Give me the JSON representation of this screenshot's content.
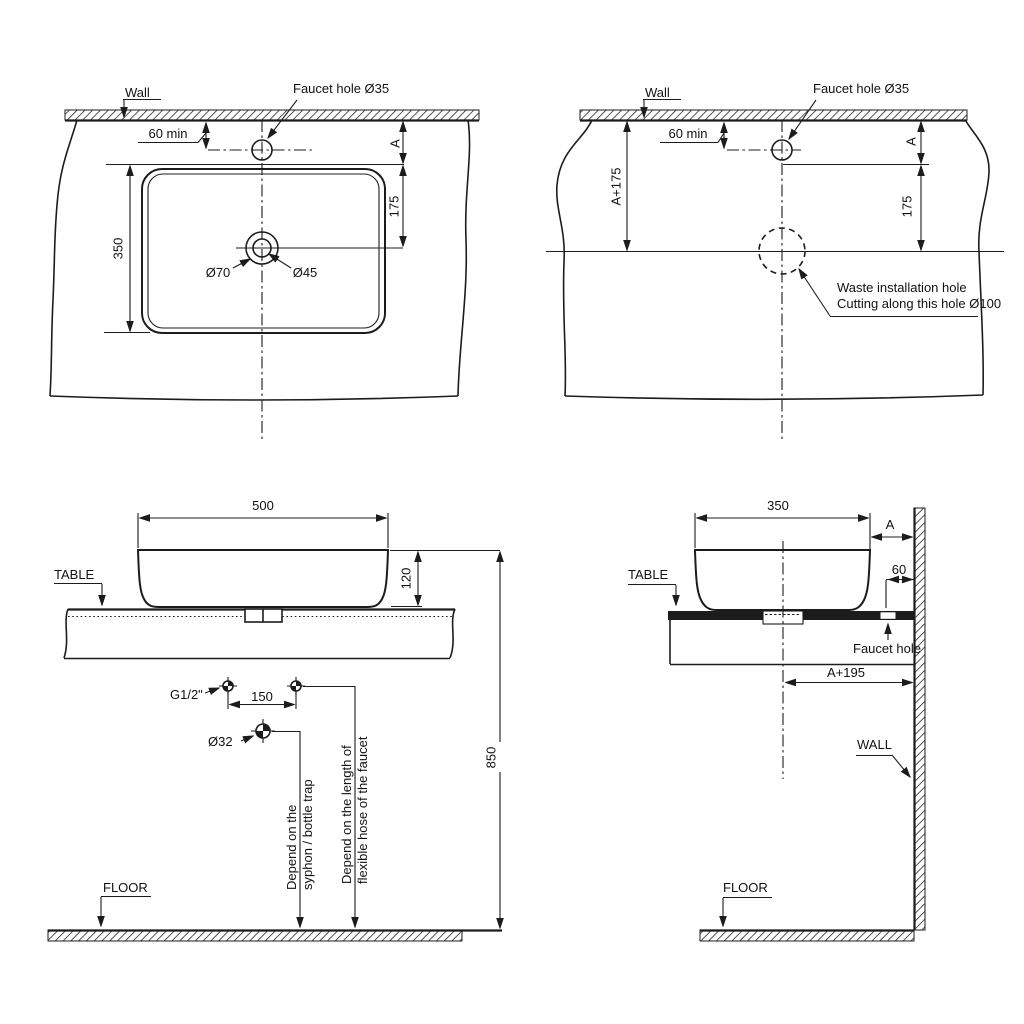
{
  "drawing": {
    "colors": {
      "ink": "#1c1c1c",
      "background": "#ffffff"
    },
    "views": {
      "top_plan": {
        "wall": "Wall",
        "faucet": "Faucet hole Ø35",
        "min_offset": "60 min",
        "dim_a": "A",
        "dim_175": "175",
        "dim_350": "350",
        "drain_outer": "Ø70",
        "drain_inner": "Ø45"
      },
      "top_cutout": {
        "wall": "Wall",
        "faucet": "Faucet hole Ø35",
        "min_offset": "60 min",
        "dim_a_plus_175": "A+175",
        "dim_a": "A",
        "dim_175": "175",
        "waste_note_line1": "Waste installation hole",
        "waste_note_line2": "Cutting along this hole Ø100"
      },
      "front_elevation": {
        "dim_500": "500",
        "dim_120": "120",
        "dim_850": "850",
        "dim_150": "150",
        "table": "TABLE",
        "floor": "FLOOR",
        "supply_thread": "G1/2\"",
        "drain_pipe": "Ø32",
        "syphon_note_line1": "Depend on the",
        "syphon_note_line2": "syphon / bottle trap",
        "hose_note_line1": "Depend on the length of",
        "hose_note_line2": "flexible hose of the faucet"
      },
      "side_elevation": {
        "dim_350": "350",
        "dim_a": "A",
        "dim_60": "60",
        "faucet_hole": "Faucet hole",
        "dim_a_plus_195": "A+195",
        "table": "TABLE",
        "wall": "WALL",
        "floor": "FLOOR"
      }
    }
  }
}
